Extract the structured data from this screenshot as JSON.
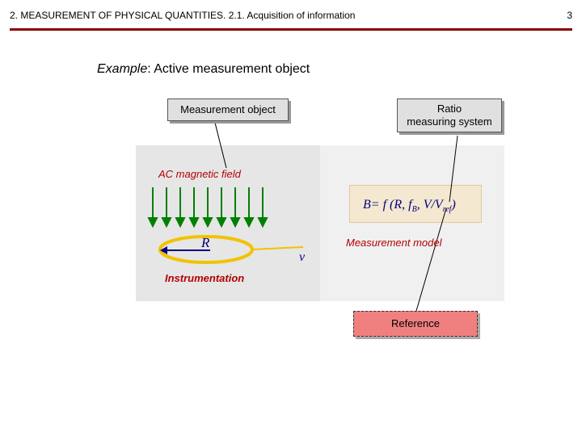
{
  "header": {
    "title": "2. MEASUREMENT OF PHYSICAL QUANTITIES. 2.1. Acquisition of information",
    "page_number": "3"
  },
  "example": {
    "label": "Example",
    "text": ":  Active measurement object"
  },
  "boxes": {
    "measurement_object": "Measurement object",
    "ratio_line1": "Ratio",
    "ratio_line2": "measuring system",
    "reference": "Reference"
  },
  "labels": {
    "ac_field": "AC magnetic field",
    "instrumentation": "Instrumentation",
    "measurement_model": "Measurement model"
  },
  "formula": {
    "lhs": "B",
    "eq": "= f (R, f",
    "sub_b": "B",
    "mid": ", V/V",
    "sub_ref": "ref",
    "end": ")"
  },
  "symbols": {
    "r": "R",
    "v": "v"
  },
  "colors": {
    "accent_rule": "#8b0000",
    "label_red": "#b30000",
    "arrow_green": "#008000",
    "coil_yellow": "#f2c200",
    "symbol_navy": "#000080",
    "reference_fill": "#f08080"
  }
}
